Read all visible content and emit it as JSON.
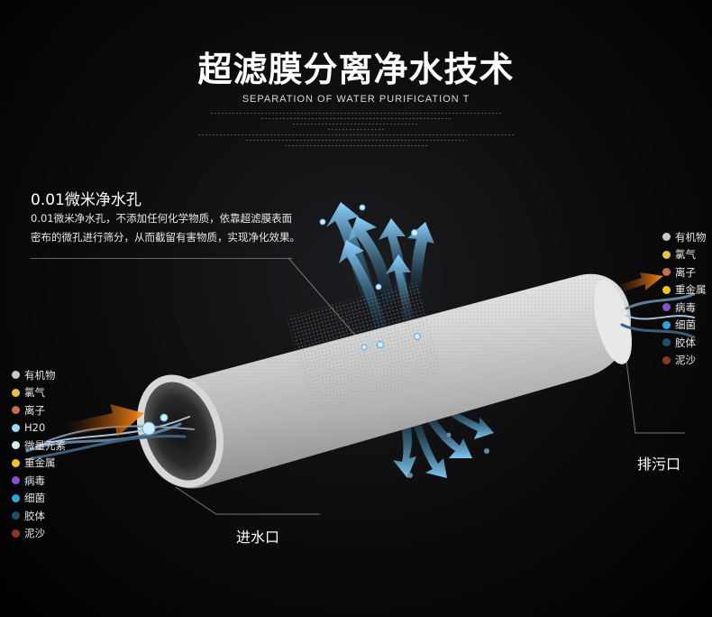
{
  "header": {
    "title": "超滤膜分离净水技术",
    "subtitle": "SEPARATION OF WATER PURIFICATION T"
  },
  "feature": {
    "title": "0.01微米净水孔",
    "desc_line1": "0.01微米净水孔，不添加任何化学物质，依靠超滤膜表面",
    "desc_line2": "密布的微孔进行筛分，从而截留有害物质，实现净化效果。"
  },
  "inlet": {
    "label": "进水口",
    "items": [
      {
        "label": "有机物",
        "color": "#c9c9c9"
      },
      {
        "label": "氯气",
        "color": "#e2c24a"
      },
      {
        "label": "离子",
        "color": "#c07050"
      },
      {
        "label": "H20",
        "color": "#9fd7ff"
      },
      {
        "label": "微量元素",
        "color": "#d8e8f0"
      },
      {
        "label": "重金属",
        "color": "#f4c21a"
      },
      {
        "label": "病毒",
        "color": "#8a4fd0"
      },
      {
        "label": "细菌",
        "color": "#2aa7d8"
      },
      {
        "label": "胶体",
        "color": "#1f4f6a"
      },
      {
        "label": "泥沙",
        "color": "#8a3a22"
      }
    ]
  },
  "outlet": {
    "label": "排污口",
    "items": [
      {
        "label": "有机物",
        "color": "#c9c9c9"
      },
      {
        "label": "氯气",
        "color": "#e2c24a"
      },
      {
        "label": "离子",
        "color": "#c07050"
      },
      {
        "label": "重金属",
        "color": "#f4c21a"
      },
      {
        "label": "病毒",
        "color": "#8a4fd0"
      },
      {
        "label": "细菌",
        "color": "#2aa7d8"
      },
      {
        "label": "胶体",
        "color": "#1f4f6a"
      },
      {
        "label": "泥沙",
        "color": "#8a3a22"
      }
    ]
  }
}
